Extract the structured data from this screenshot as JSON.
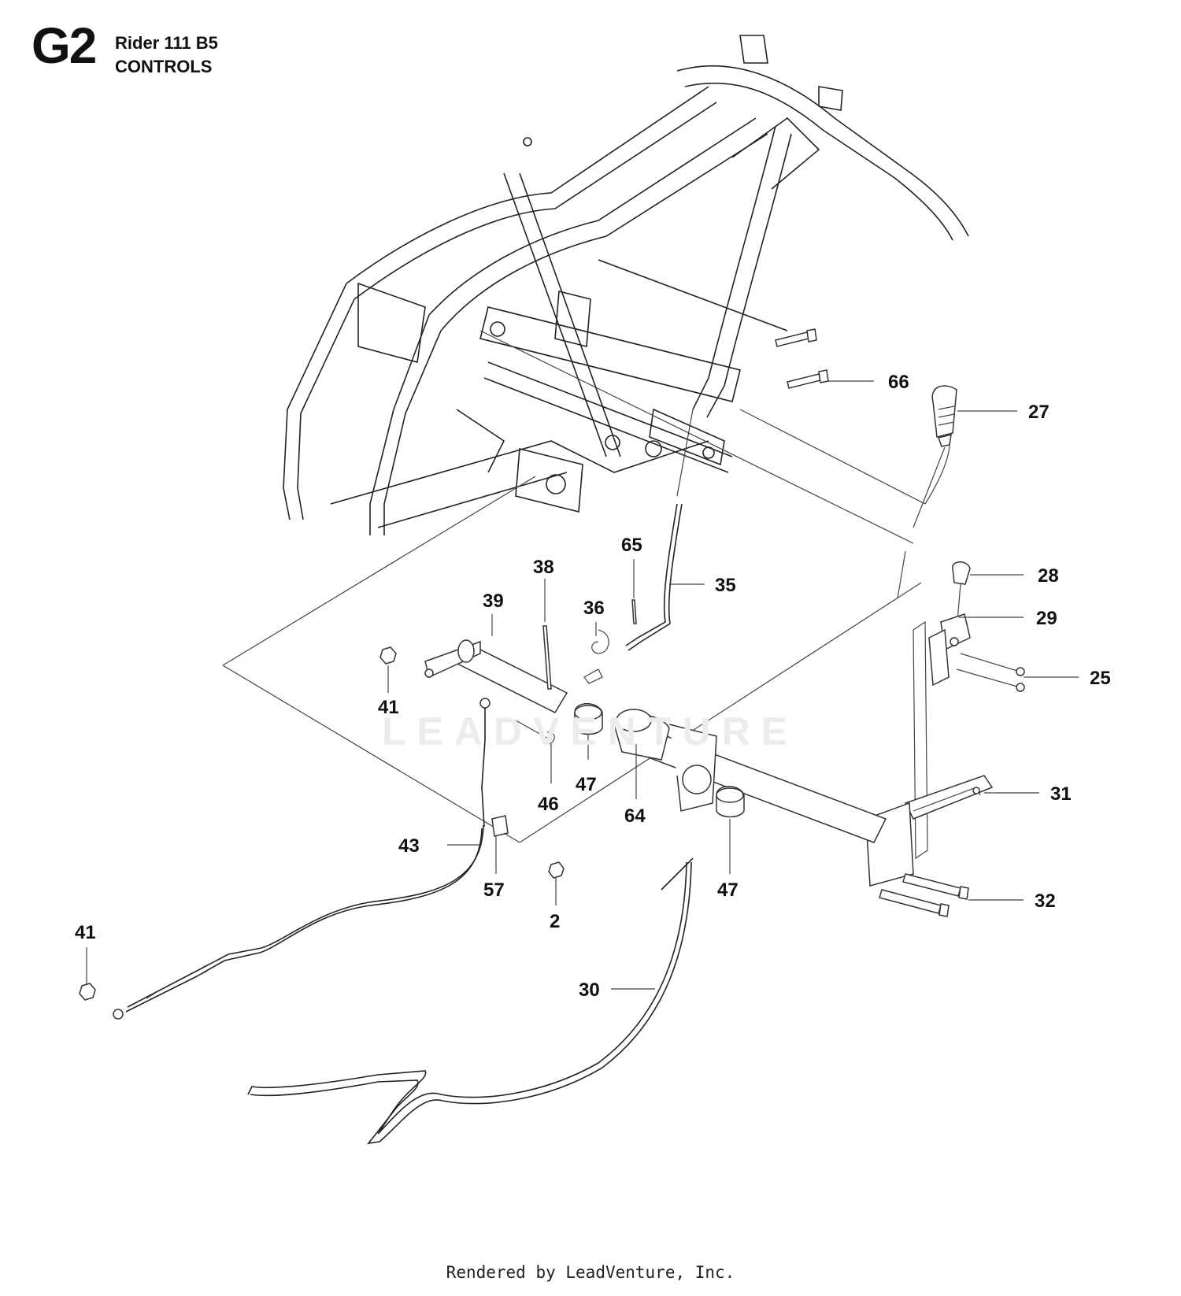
{
  "header": {
    "section_code": "G2",
    "model": "Rider 111 B5",
    "section_title": "CONTROLS"
  },
  "watermark": "LEADVENTURE",
  "footer": "Rendered by LeadVenture, Inc.",
  "callouts": [
    "66",
    "27",
    "28",
    "29",
    "25",
    "31",
    "32",
    "47",
    "64",
    "47",
    "46",
    "36",
    "65",
    "35",
    "38",
    "39",
    "41",
    "43",
    "57",
    "2",
    "41",
    "30"
  ]
}
